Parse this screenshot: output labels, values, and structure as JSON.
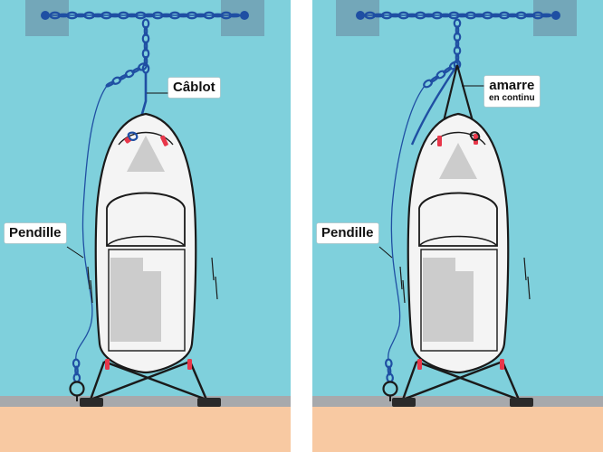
{
  "colors": {
    "water": "#7fd0dc",
    "quay": "#a7a9ac",
    "ground": "#f8c9a2",
    "buoy_block": "#73a7b9",
    "chain": "#1f4fa3",
    "hull_fill": "#f4f4f4",
    "hull_stroke": "#1a1a1a",
    "fender_red": "#e8374a",
    "deck_grey": "#cccccc"
  },
  "icons": {
    "chain": "chain-icon",
    "mooring_ring": "ring-icon",
    "boat": "boat-icon"
  },
  "left_panel": {
    "cablot_label": "Câblot",
    "pendille_label": "Pendille"
  },
  "right_panel": {
    "amarre_label_line1": "amarre",
    "amarre_label_line2": "en continu",
    "pendille_label": "Pendille"
  }
}
